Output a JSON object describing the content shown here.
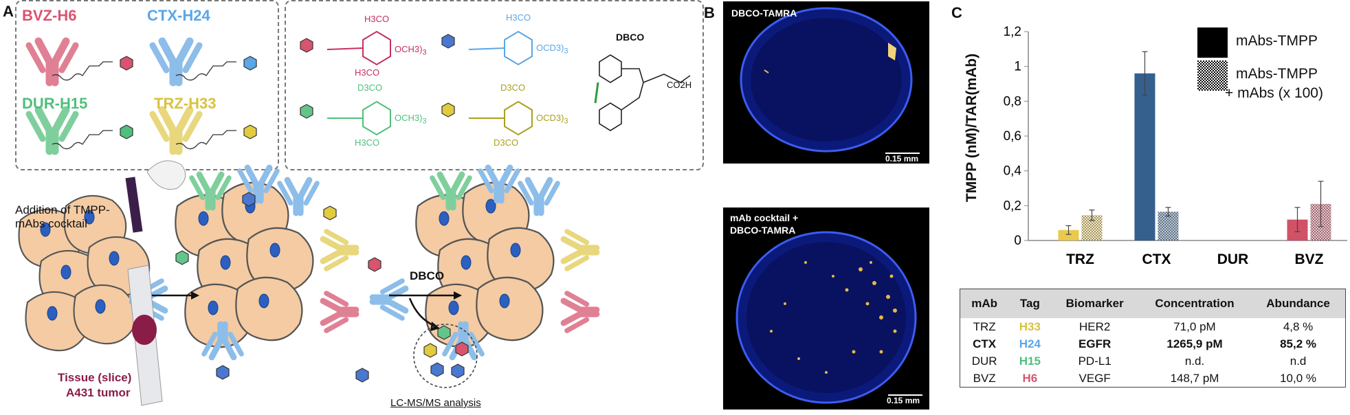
{
  "panelA": {
    "letter": "A",
    "antibodies": [
      {
        "name": "BVZ-H6",
        "color": "#d9546e"
      },
      {
        "name": "CTX-H24",
        "color": "#5aa6e6"
      },
      {
        "name": "DUR-H15",
        "color": "#4fbf7d"
      },
      {
        "name": "TRZ-H33",
        "color": "#d9c23d"
      }
    ],
    "chem": {
      "h3co": "H3CO",
      "d3co": "D3CO",
      "och3": "OCH3",
      "ocd3": "OCD3",
      "sub3": "3",
      "dbco_label": "DBCO",
      "co2h": "CO2H"
    },
    "step_addition": "Addition of TMPP-mAbs cocktail",
    "tissue_label_line1": "Tissue (slice)",
    "tissue_label_line2": "A431 tumor",
    "dbco_arrow": "DBCO",
    "lcms": "LC-MS/MS analysis"
  },
  "panelB": {
    "letter": "B",
    "image1_label": "DBCO-TAMRA",
    "image2_label_line1": "mAb cocktail +",
    "image2_label_line2": "DBCO-TAMRA",
    "scale": "0.15 mm"
  },
  "panelC": {
    "letter": "C",
    "legend": {
      "solid": "mAbs-TMPP",
      "hatched_line1": "mAbs-TMPP",
      "hatched_line2": "+ mAbs (x 100)"
    },
    "table": {
      "headers": [
        "mAb",
        "Tag",
        "Biomarker",
        "Concentration",
        "Abundance"
      ],
      "rows": [
        {
          "mAb": "TRZ",
          "tag": "H33",
          "tag_color": "#d9c23d",
          "biomarker": "HER2",
          "conc": "71,0 pM",
          "abund": "4,8 %",
          "bold": false
        },
        {
          "mAb": "CTX",
          "tag": "H24",
          "tag_color": "#5aa6e6",
          "biomarker": "EGFR",
          "conc": "1265,9 pM",
          "abund": "85,2 %",
          "bold": true
        },
        {
          "mAb": "DUR",
          "tag": "H15",
          "tag_color": "#4fbf7d",
          "biomarker": "PD-L1",
          "conc": "n.d.",
          "abund": "n.d",
          "bold": false
        },
        {
          "mAb": "BVZ",
          "tag": "H6",
          "tag_color": "#d9546e",
          "biomarker": "VEGF",
          "conc": "148,7 pM",
          "abund": "10,0 %",
          "bold": false
        }
      ]
    }
  },
  "chart_data": {
    "type": "bar",
    "categories": [
      "TRZ",
      "CTX",
      "DUR",
      "BVZ"
    ],
    "ylabel": "TMPP (nM)/TAR(mAb)",
    "ylim": [
      0,
      1.2
    ],
    "yticks": [
      "0",
      "0,2",
      "0,4",
      "0,6",
      "0,8",
      "1",
      "1,2"
    ],
    "ytick_values": [
      0,
      0.2,
      0.4,
      0.6,
      0.8,
      1.0,
      1.2
    ],
    "series": [
      {
        "name": "mAbs-TMPP",
        "pattern": "solid",
        "values": [
          0.06,
          0.96,
          0.0,
          0.12
        ],
        "errors": [
          0.025,
          0.125,
          0.0,
          0.07
        ]
      },
      {
        "name": "mAbs-TMPP + mAbs (x 100)",
        "pattern": "hatched",
        "values": [
          0.145,
          0.165,
          0.0,
          0.21
        ],
        "errors": [
          0.03,
          0.025,
          0.0,
          0.13
        ]
      }
    ],
    "bar_colors": [
      "#e8c33a",
      "#1f4f82",
      "#3a9c63",
      "#cc3f57"
    ],
    "legend_position": "top-right",
    "grid": false
  }
}
